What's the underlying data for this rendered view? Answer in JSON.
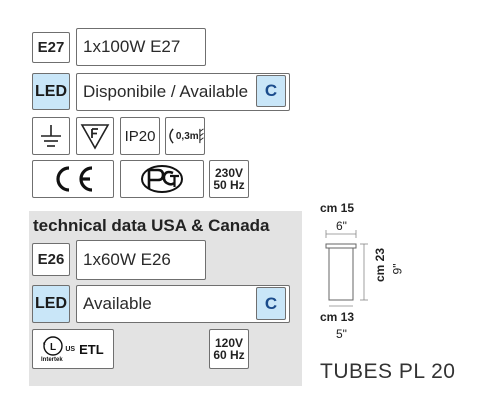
{
  "eu": {
    "socket_code": "E27",
    "bulb_spec": "1x100W E27",
    "led_label": "LED",
    "led_availability": "Disponibile / Available",
    "energy_class": "C",
    "ip_rating": "IP20",
    "distance_label": "0,3m",
    "voltage": "230V",
    "frequency": "50 Hz"
  },
  "usa": {
    "title": "technical data USA & Canada",
    "socket_code": "E26",
    "bulb_spec": "1x60W E26",
    "led_label": "LED",
    "led_availability": "Available",
    "energy_class": "C",
    "etl_us": "US",
    "etl_mark": "ETL",
    "intertek": "Intertek",
    "voltage": "120V",
    "frequency": "60 Hz"
  },
  "dimensions": {
    "width_cm": "cm 15",
    "width_in": "6\"",
    "height_cm": "cm 23",
    "height_in": "9\"",
    "base_cm": "cm 13",
    "base_in": "5\""
  },
  "model_name": "TUBES PL 20"
}
